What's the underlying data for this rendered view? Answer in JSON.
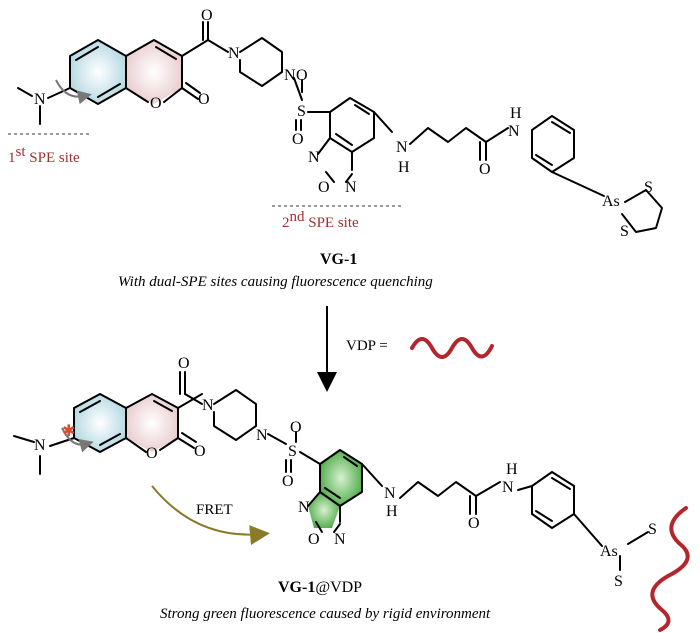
{
  "figure": {
    "top": {
      "atoms": {
        "o_carbonyl": "O",
        "n1": "N",
        "n2": "N",
        "n_dimethyl": "N",
        "o_ring": "O",
        "o_lactone": "O",
        "s_sulfonyl": "S",
        "o_s1": "O",
        "o_s2": "O",
        "nh_h": "H",
        "nh_n": "N",
        "ox_n1": "N",
        "ox_o": "O",
        "ox_n2": "N",
        "amide_h": "H",
        "amide_n": "N",
        "amide_o": "O",
        "as": "As",
        "s1": "S",
        "s2": "S"
      },
      "site1": {
        "num": "1",
        "sup": "st",
        "text": " SPE site"
      },
      "site2": {
        "num": "2",
        "sup": "nd",
        "text": " SPE site"
      },
      "name": "VG-1",
      "caption": "With dual-SPE sites causing fluorescence quenching"
    },
    "reaction": {
      "vdp_label": "VDP ="
    },
    "bottom": {
      "atoms": {
        "o_carbonyl": "O",
        "n1": "N",
        "n2": "N",
        "n_dimethyl": "N",
        "o_ring": "O",
        "o_lactone": "O",
        "s_sulfonyl": "S",
        "o_s1": "O",
        "o_s2": "O",
        "nh_n": "N",
        "nh_h": "H",
        "ox_n1": "N",
        "ox_o": "O",
        "ox_n2": "N",
        "amide_h": "H",
        "amide_n": "N",
        "amide_o": "O",
        "as": "As",
        "s1": "S",
        "s2": "S"
      },
      "fret_label": "FRET",
      "name_bold": "VG-1",
      "name_rest": "@VDP",
      "caption": "Strong green fluorescence caused by rigid environment"
    },
    "colors": {
      "site_text": "#a0302f",
      "coumarin_shade": "#b8dbe3",
      "benzoxadiazole_green": "#3fa33a",
      "star": "#e2472c",
      "peptide": "#b5252c",
      "fret_arrow": "#8a7a2a"
    }
  }
}
